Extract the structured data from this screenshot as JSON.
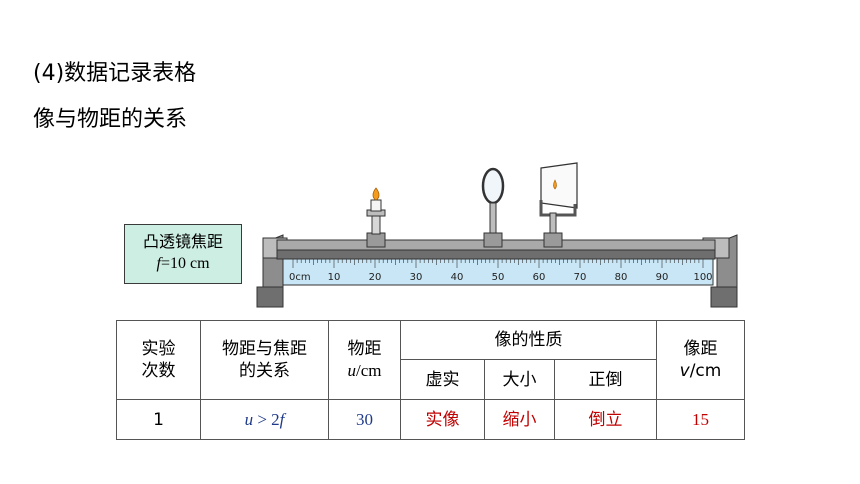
{
  "headings": {
    "line1": "(4)数据记录表格",
    "line2": "像与物距的关系"
  },
  "focal_box": {
    "line1": "凸透镜焦距",
    "f_symbol": "f",
    "f_value": "=10 cm"
  },
  "ruler": {
    "labels": [
      "0cm",
      "10",
      "20",
      "30",
      "40",
      "50",
      "60",
      "70",
      "80",
      "90",
      "100"
    ]
  },
  "table": {
    "header": {
      "col1": "实验\n次数",
      "col2_line1": "物距与焦距",
      "col2_line2": "的关系",
      "col3_line1": "物距",
      "col3_var": "u",
      "col3_unit": "/cm",
      "col4": "像的性质",
      "col4_sub": [
        "虚实",
        "大小",
        "正倒"
      ],
      "col5_line1": "像距",
      "col5_var": "v",
      "col5_unit": "/cm"
    },
    "rows": [
      {
        "index": "1",
        "relation_var": "u",
        "relation_op": " > 2",
        "relation_f": "f",
        "object_distance": "30",
        "real_virtual": "实像",
        "size": "缩小",
        "orientation": "倒立",
        "image_distance": "15"
      }
    ]
  },
  "colors": {
    "accent_blue": "#1f3a8a",
    "accent_red": "#c00000",
    "box_fill": "#cdeee3",
    "ruler_fill": "#c8e6f5"
  }
}
